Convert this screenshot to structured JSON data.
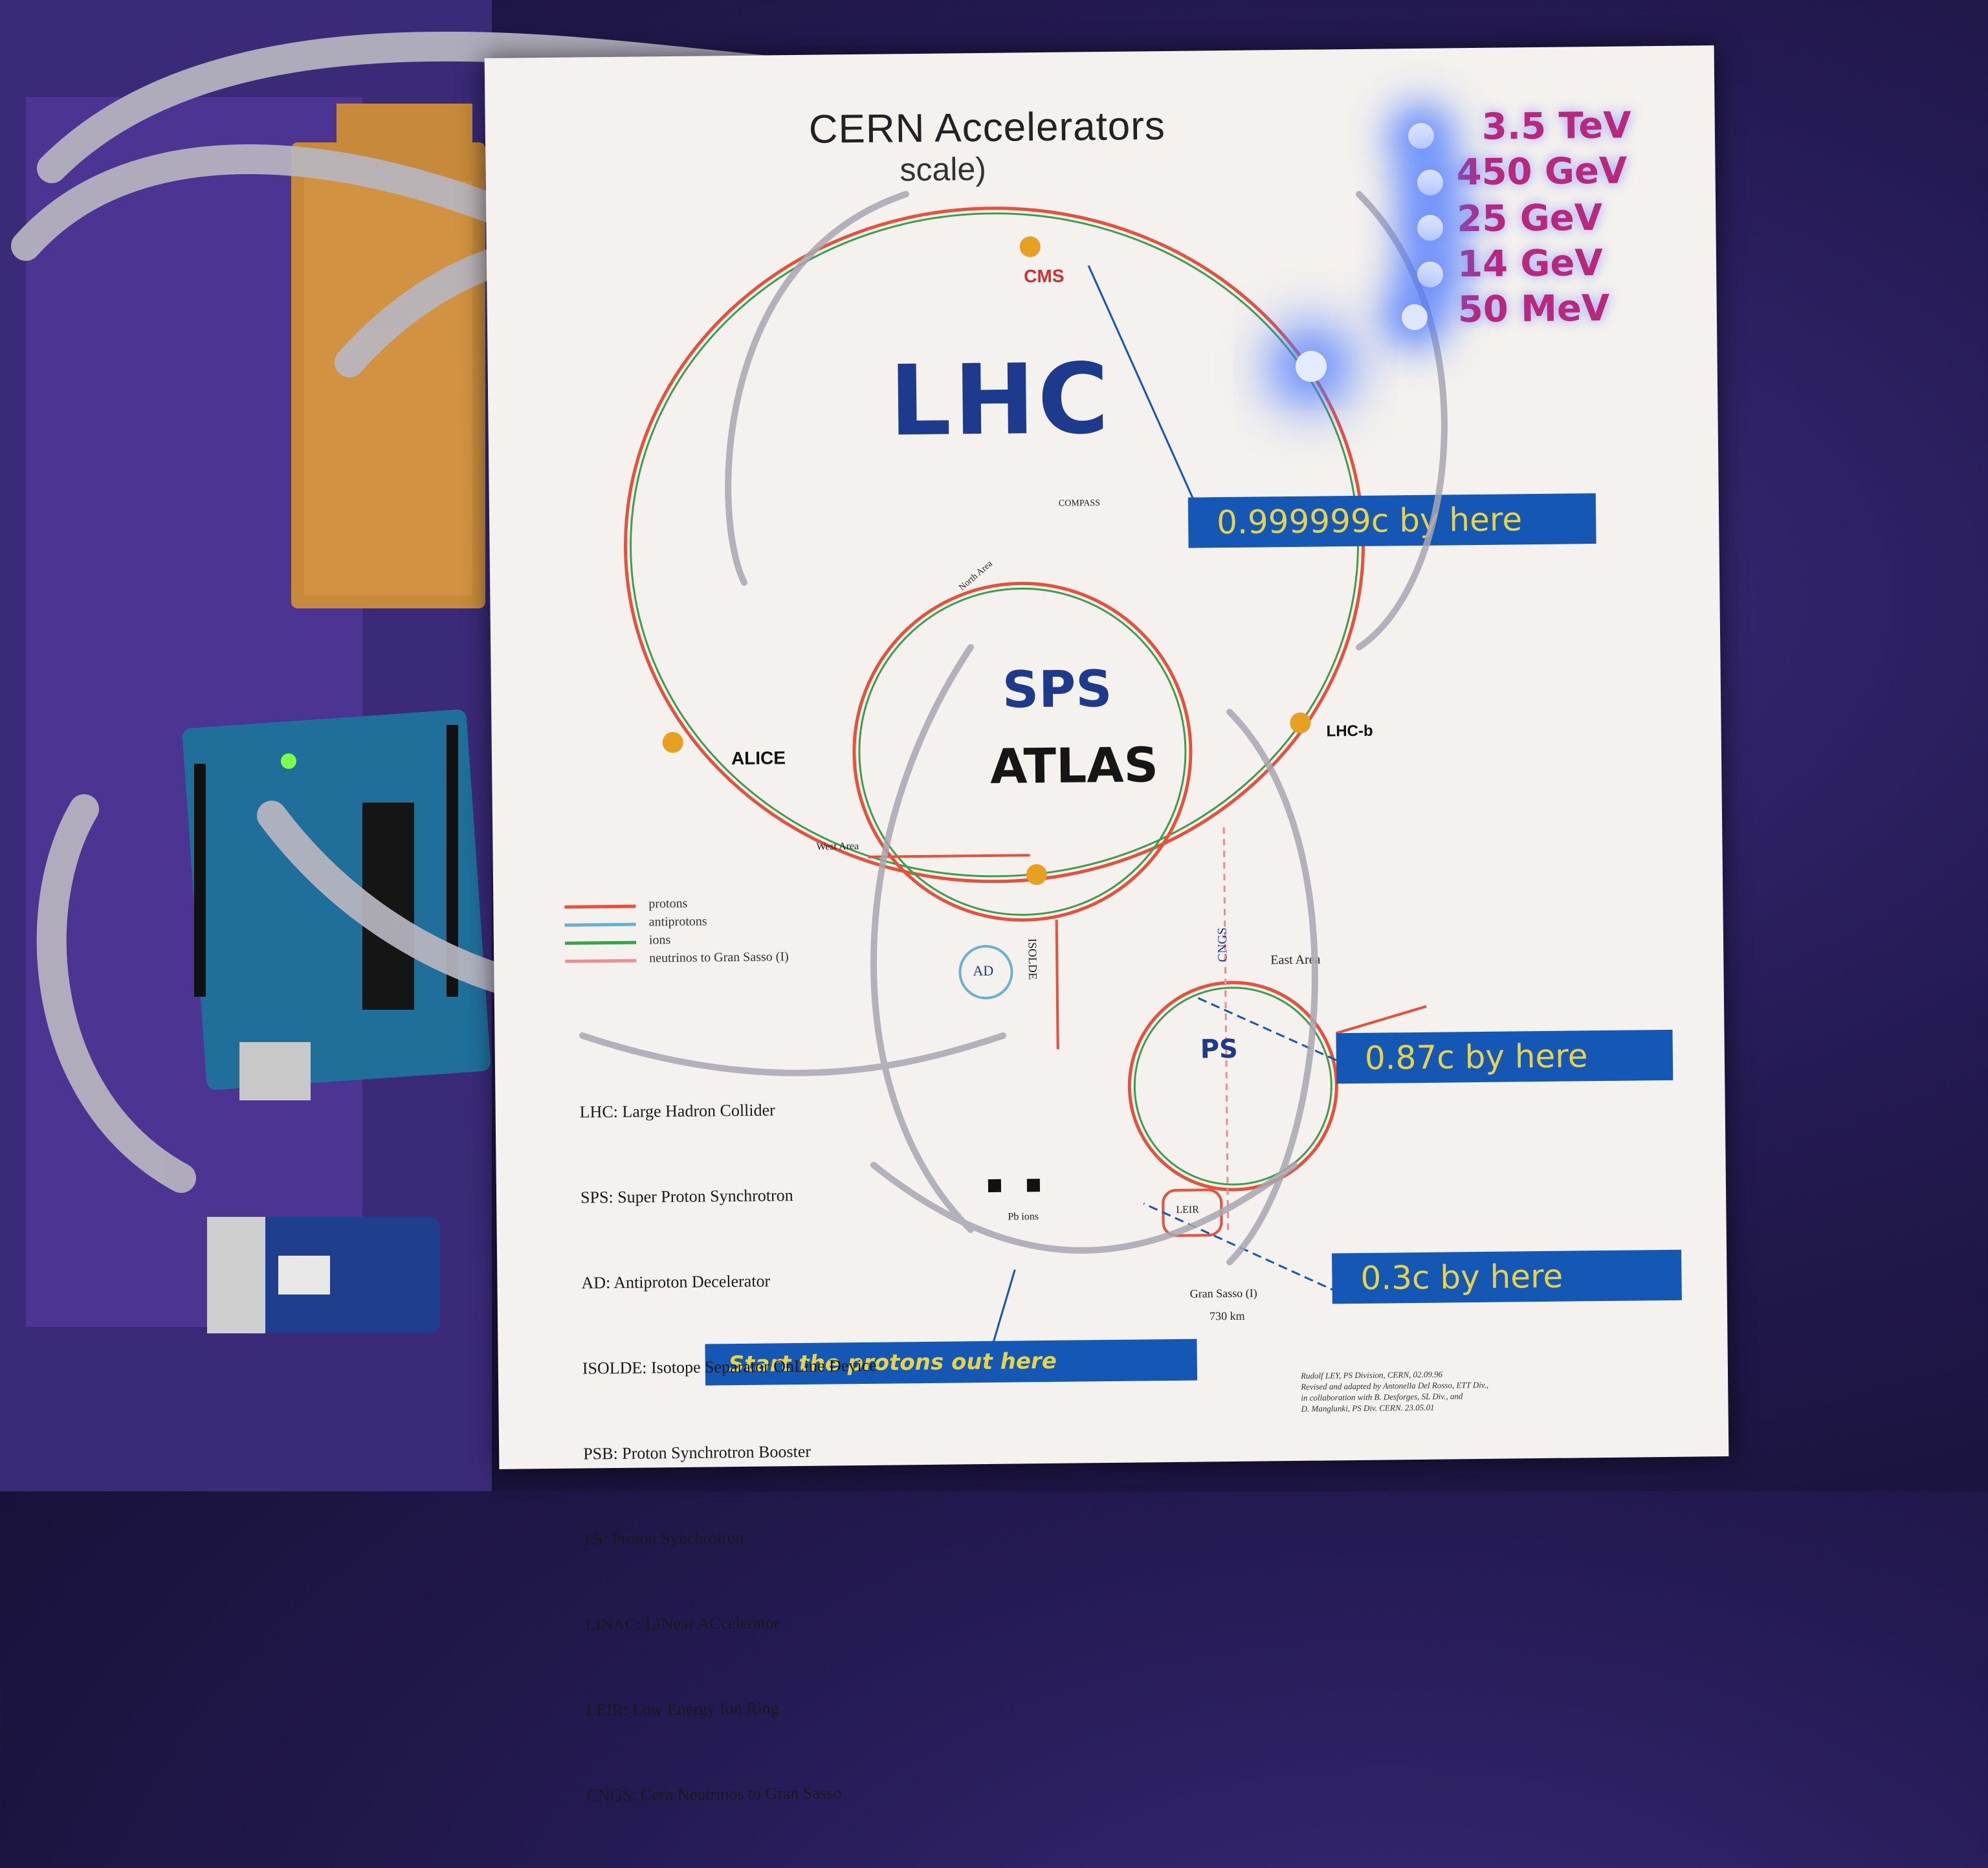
{
  "poster": {
    "title": "CERN Accelerators",
    "subtitle_fragment": "scale)",
    "energies": [
      "3.5 TeV",
      "450 GeV",
      "25 GeV",
      "14 GeV",
      "50 MeV"
    ],
    "rings": {
      "lhc": "LHC",
      "sps": "SPS",
      "ps": "PS",
      "ad": "AD",
      "leir": "LEIR"
    },
    "experiments": {
      "cms": "CMS",
      "alice": "ALICE",
      "atlas": "ATLAS",
      "lhcb": "LHC-b"
    },
    "areas": {
      "compass": "COMPASS",
      "north_area": "North Area",
      "west_area": "West Area",
      "east_area": "East Area",
      "isolde": "ISOLDE",
      "cngs": "CNGS",
      "gran_sasso": "Gran Sasso (I)",
      "distance": "730 km",
      "pb_ions": "Pb ions"
    },
    "callouts": {
      "lhc_speed": "0.999999c by here",
      "ps_speed": "0.87c by here",
      "psb_speed": "0.3c by here",
      "start": "Start the protons out here"
    },
    "legend": [
      {
        "label": "protons",
        "color": "#e8503a"
      },
      {
        "label": "antiprotons",
        "color": "#6ab0d0"
      },
      {
        "label": "ions",
        "color": "#3aa04a"
      },
      {
        "label": "neutrinos to Gran Sasso (I)",
        "color": "#e89090"
      }
    ],
    "glossary": [
      "LHC: Large Hadron Collider",
      "SPS: Super Proton Synchrotron",
      "AD: Antiproton Decelerator",
      "ISOLDE: Isotope Separator OnLine Device",
      "PSB: Proton Synchrotron Booster",
      "PS: Proton Synchrotron",
      "LINAC: LINear ACcelerator",
      "LEIR: Low Energy Ion Ring",
      "CNGS: Cern Neutrinos to Gran Sasso"
    ],
    "credits": [
      "Rudolf LEY, PS Division, CERN, 02.09.96",
      "Revised and adapted by Antonella Del Rosso, ETT Div.,",
      "in collaboration with B. Desforges, SL Div., and",
      "D. Manglunki, PS Div. CERN. 23.05.01"
    ]
  },
  "colors": {
    "callout_bg": "#1457b4",
    "callout_text": "#e6d34a",
    "energy_text": "#b8287c",
    "led_blue": "#4a78ff",
    "led_green": "#7bff4a"
  },
  "icons": {
    "arduino": "arduino-board",
    "battery": "battery-9v",
    "stripboard": "stripboard-circuit",
    "led": "led"
  }
}
